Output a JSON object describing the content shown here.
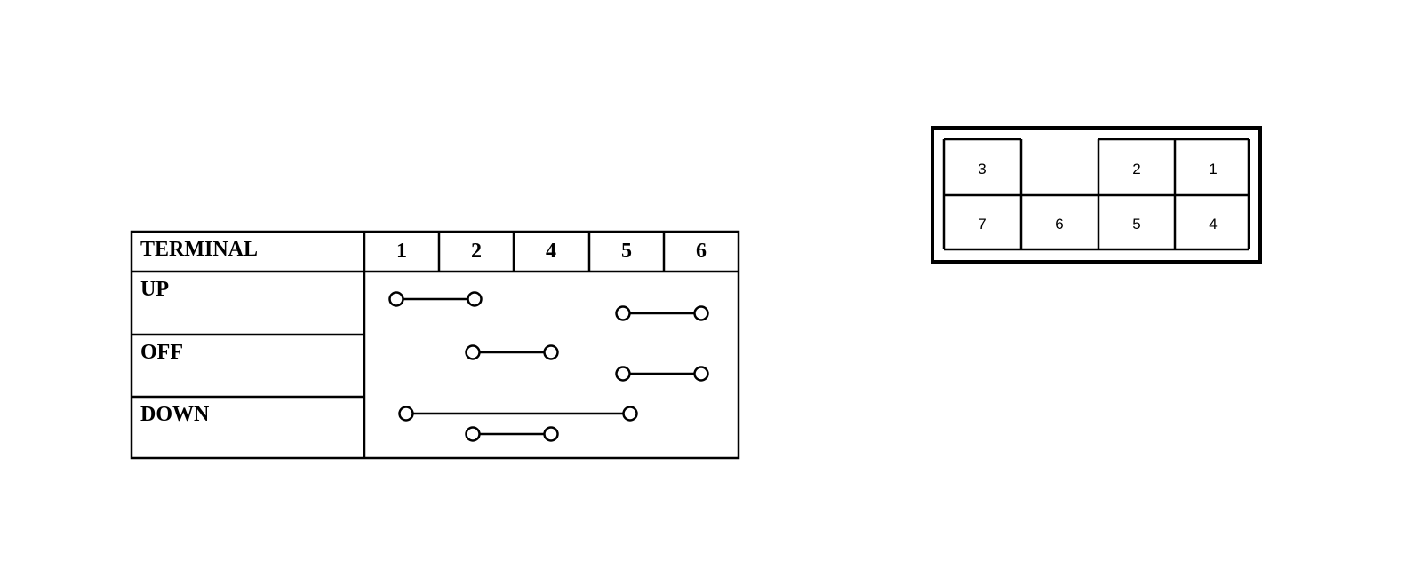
{
  "continuity_table": {
    "header_label": "TERMINAL",
    "terminals": [
      "1",
      "2",
      "4",
      "5",
      "6"
    ],
    "rows": [
      {
        "label": "UP",
        "connections": [
          {
            "from": "1",
            "to": "2"
          },
          {
            "from": "5",
            "to": "6"
          }
        ]
      },
      {
        "label": "OFF",
        "connections": [
          {
            "from": "2",
            "to": "4"
          },
          {
            "from": "5",
            "to": "6"
          }
        ]
      },
      {
        "label": "DOWN",
        "connections": [
          {
            "from": "1",
            "to": "5"
          },
          {
            "from": "2",
            "to": "4"
          }
        ]
      }
    ]
  },
  "connector": {
    "top_row": [
      "3",
      "",
      "2",
      "1"
    ],
    "bottom_row": [
      "7",
      "6",
      "5",
      "4"
    ]
  }
}
